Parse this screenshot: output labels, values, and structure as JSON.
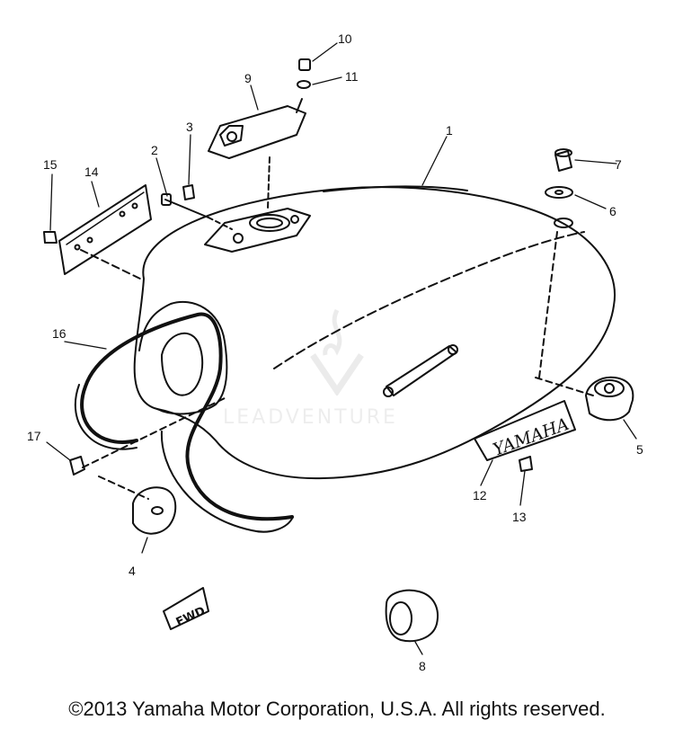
{
  "diagram": {
    "callouts": [
      {
        "id": "1",
        "label": "1"
      },
      {
        "id": "2",
        "label": "2"
      },
      {
        "id": "3",
        "label": "3"
      },
      {
        "id": "4",
        "label": "4"
      },
      {
        "id": "5",
        "label": "5"
      },
      {
        "id": "6",
        "label": "6"
      },
      {
        "id": "7",
        "label": "7"
      },
      {
        "id": "8",
        "label": "8"
      },
      {
        "id": "9",
        "label": "9"
      },
      {
        "id": "10",
        "label": "10"
      },
      {
        "id": "11",
        "label": "11"
      },
      {
        "id": "12",
        "label": "12"
      },
      {
        "id": "13",
        "label": "13"
      },
      {
        "id": "14",
        "label": "14"
      },
      {
        "id": "15",
        "label": "15"
      },
      {
        "id": "16",
        "label": "16"
      },
      {
        "id": "17",
        "label": "17"
      }
    ],
    "emblem_text": "YAMAHA",
    "fwd_text": "FWD"
  },
  "watermark": "LEADVENTURE",
  "copyright": "©2013 Yamaha Motor Corporation, U.S.A. All rights reserved."
}
